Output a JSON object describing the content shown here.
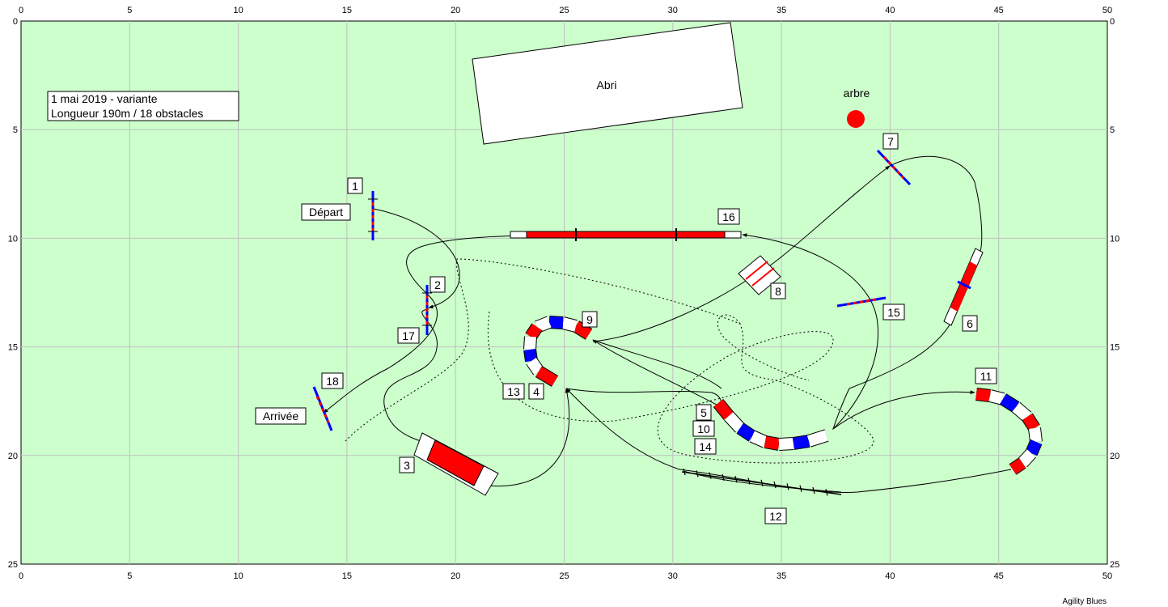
{
  "ticks": {
    "x": [
      "0",
      "5",
      "10",
      "15",
      "20",
      "25",
      "30",
      "35",
      "40",
      "45",
      "50"
    ],
    "y": [
      "0",
      "5",
      "10",
      "15",
      "20",
      "25"
    ]
  },
  "info": {
    "line1": "1 mai 2019 - variante",
    "line2": "Longueur 190m / 18 obstacles"
  },
  "features": {
    "shelter": "Abri",
    "tree": "arbre",
    "start": "Départ",
    "finish": "Arrivée"
  },
  "obstacles": [
    "1",
    "2",
    "17",
    "3",
    "4",
    "13",
    "9",
    "5",
    "10",
    "14",
    "8",
    "16",
    "7",
    "6",
    "15",
    "11",
    "12",
    "18"
  ],
  "credit": "Agility Blues",
  "colors": {
    "field": "#ccffcc",
    "grid": "#c0c0c0",
    "red": "#ff0000",
    "blue": "#0000ff",
    "tree": "#ff0000"
  }
}
